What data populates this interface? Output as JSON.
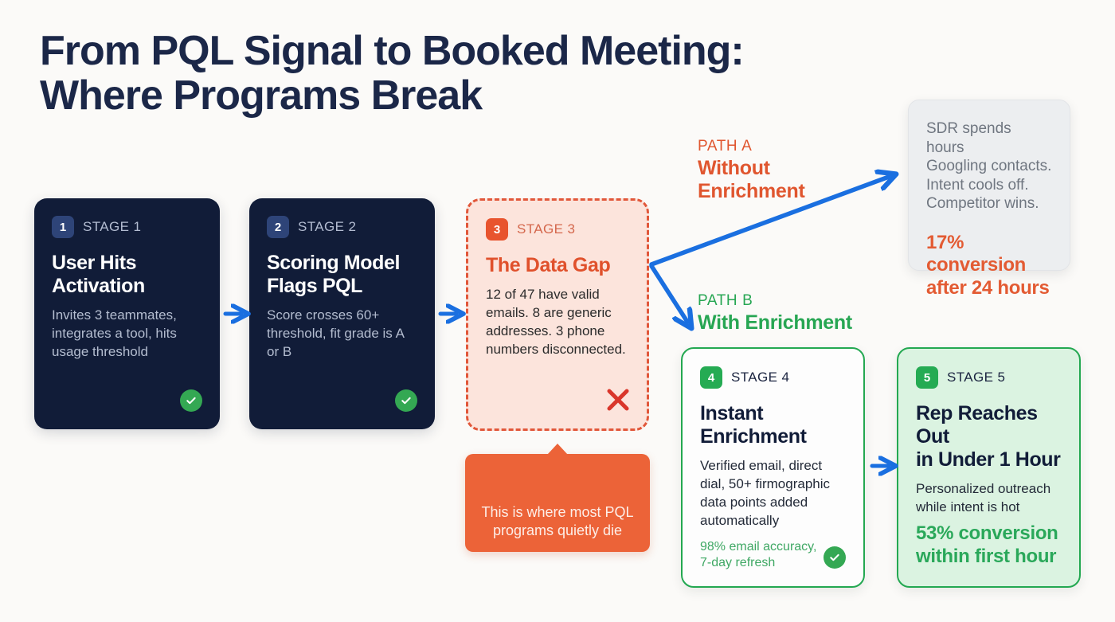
{
  "title": "From PQL Signal to Booked Meeting:\nWhere Programs Break",
  "colors": {
    "navy": "#111c38",
    "orange": "#e0562f",
    "green": "#27a653",
    "blue_arrow": "#1a6fe0",
    "page_bg": "#fbfaf8",
    "gap_bg": "#fce4dc",
    "gray_box_bg": "#eceef0"
  },
  "stages": [
    {
      "number": "1",
      "label": "STAGE 1",
      "title": "User Hits\nActivation",
      "body": "Invites 3 teammates, integrates a tool, hits usage threshold",
      "status": "check"
    },
    {
      "number": "2",
      "label": "STAGE 2",
      "title": "Scoring Model\nFlags PQL",
      "body": "Score crosses 60+ threshold, fit grade is A or B",
      "status": "check"
    },
    {
      "number": "3",
      "label": "STAGE 3",
      "title": "The Data Gap",
      "body": "12 of 47 have valid emails. 8 are generic addresses. 3 phone numbers disconnected.",
      "status": "x"
    },
    {
      "number": "4",
      "label": "STAGE 4",
      "title": "Instant\nEnrichment",
      "body": "Verified email, direct dial, 50+ firmographic data points added automatically",
      "note": "98% email accuracy,\n7-day refresh",
      "status": "check"
    },
    {
      "number": "5",
      "label": "STAGE 5",
      "title": "Rep Reaches Out\nin Under 1 Hour",
      "body": "Personalized outreach while intent is hot",
      "metric": "53% conversion\nwithin first hour"
    }
  ],
  "callout": {
    "text": "This is where most PQL\nprograms quietly die"
  },
  "path_a": {
    "kicker": "PATH A",
    "name": "Without\nEnrichment"
  },
  "path_b": {
    "kicker": "PATH B",
    "name": "With Enrichment"
  },
  "outcome_without": {
    "body": "SDR spends hours\nGoogling contacts.\nIntent cools off.\nCompetitor wins.",
    "metric": "17% conversion\nafter 24 hours"
  },
  "icons": {
    "check": "check-icon",
    "x": "x-icon",
    "arrow": "arrow-right-icon"
  }
}
